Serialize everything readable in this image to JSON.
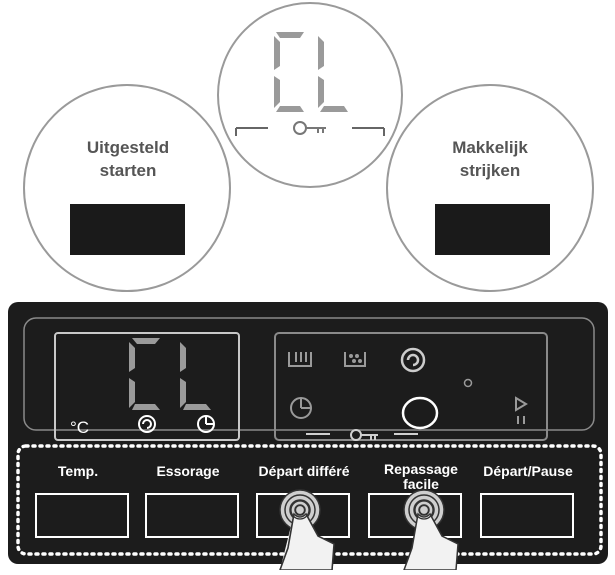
{
  "callouts": {
    "top_display": {
      "digits": "CL"
    },
    "left": {
      "line1": "Uitgesteld",
      "line2": "starten"
    },
    "right": {
      "line1": "Makkelijk",
      "line2": "strijken"
    }
  },
  "panel": {
    "display": {
      "digits": "CL",
      "temp_unit": "°C"
    },
    "buttons": [
      {
        "label": "Temp."
      },
      {
        "label": "Essorage"
      },
      {
        "label": "Départ différé"
      },
      {
        "label_line1": "Repassage",
        "label_line2": "facile"
      },
      {
        "label": "Départ/Pause"
      }
    ]
  },
  "icons": {
    "key": "key-lock-icon",
    "spin": "spiral-spin-icon",
    "timer": "clock-timer-icon",
    "wash": "basin-wash-icon",
    "rinse": "rinse-drops-icon",
    "start": "play-pause-icon",
    "touch": "finger-touch-icon"
  },
  "colors": {
    "panel": "#1c1c1c",
    "panel_line": "#d0d0d0",
    "circle_outline": "#999999",
    "dim_icon": "#9a9a9a",
    "callout_text": "#555555",
    "highlight_box": "#1a1a1a"
  }
}
